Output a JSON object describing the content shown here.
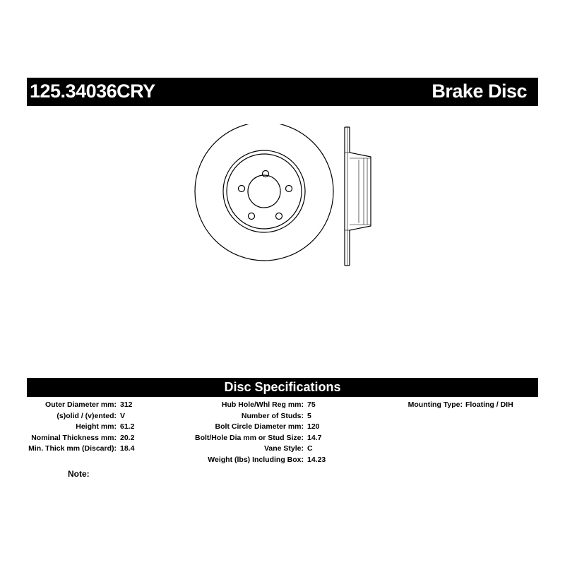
{
  "header": {
    "part_number": "125.34036CRY",
    "product_type": "Brake Disc"
  },
  "specs": {
    "title": "Disc Specifications",
    "column1": [
      {
        "label": "Outer Diameter mm:",
        "value": "312"
      },
      {
        "label": "(s)olid / (v)ented:",
        "value": "V"
      },
      {
        "label": "Height mm:",
        "value": "61.2"
      },
      {
        "label": "Nominal Thickness mm:",
        "value": "20.2"
      },
      {
        "label": "Min. Thick mm (Discard):",
        "value": "18.4"
      }
    ],
    "column2": [
      {
        "label": "Hub Hole/Whl Reg mm:",
        "value": "75"
      },
      {
        "label": "Number of Studs:",
        "value": "5"
      },
      {
        "label": "Bolt Circle Diameter mm:",
        "value": "120"
      },
      {
        "label": "Bolt/Hole Dia mm or Stud Size:",
        "value": "14.7"
      },
      {
        "label": "Vane Style:",
        "value": "C"
      },
      {
        "label": "Weight (lbs) Including Box:",
        "value": "14.23"
      }
    ],
    "column3": [
      {
        "label": "Mounting Type:",
        "value": "Floating / DIH"
      }
    ]
  },
  "note": {
    "label": "Note:"
  },
  "colors": {
    "bar_background": "#000000",
    "bar_text": "#ffffff",
    "line_art": "#000000"
  }
}
